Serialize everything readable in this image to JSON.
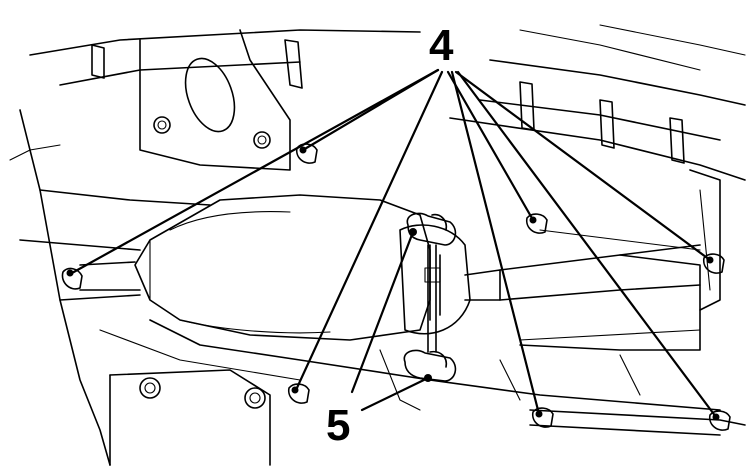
{
  "diagram": {
    "callouts": [
      {
        "id": "4",
        "label": "4"
      },
      {
        "id": "5",
        "label": "5"
      }
    ]
  }
}
